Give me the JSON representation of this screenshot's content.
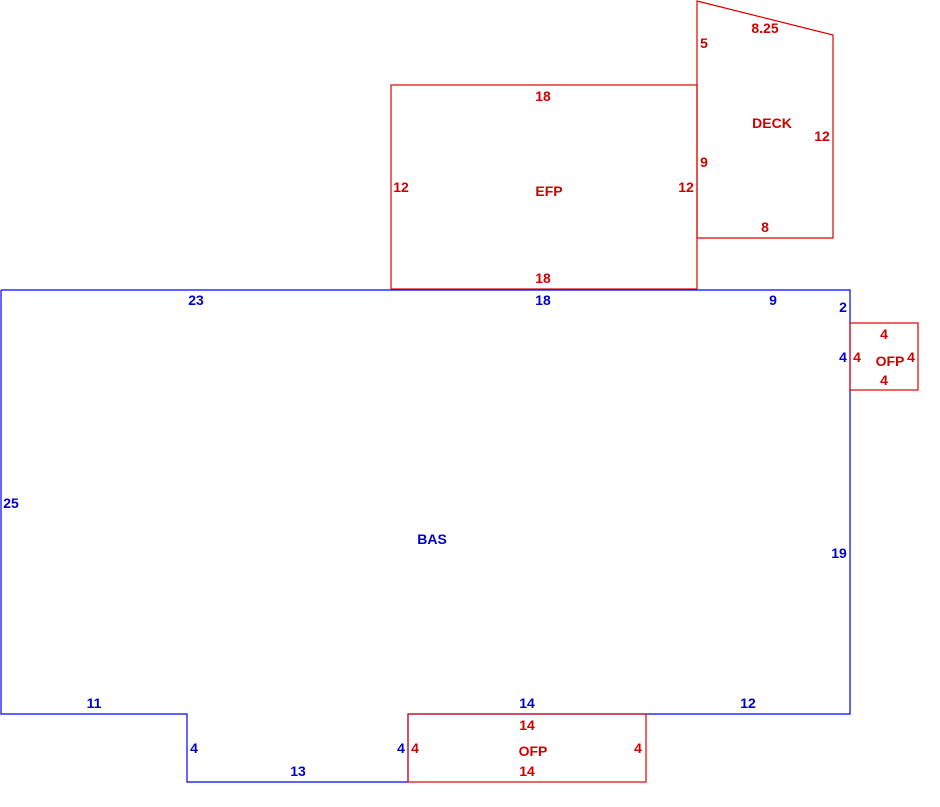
{
  "colors": {
    "main": "#0000ff",
    "addition": "#e00000"
  },
  "areas": {
    "bas": {
      "name": "BAS",
      "dims": [
        "23",
        "18",
        "9",
        "2",
        "4",
        "19",
        "12",
        "14",
        "4",
        "13",
        "4",
        "11",
        "25"
      ]
    },
    "efp": {
      "name": "EFP",
      "dims": [
        "18",
        "12",
        "12",
        "18"
      ]
    },
    "deck": {
      "name": "DECK",
      "dims": [
        "8.25",
        "5",
        "9",
        "12",
        "8"
      ]
    },
    "ofp_right": {
      "name": "OFP",
      "dims": [
        "4",
        "4",
        "4",
        "4"
      ]
    },
    "ofp_bottom": {
      "name": "OFP",
      "dims": [
        "14",
        "4",
        "4",
        "14"
      ]
    }
  }
}
